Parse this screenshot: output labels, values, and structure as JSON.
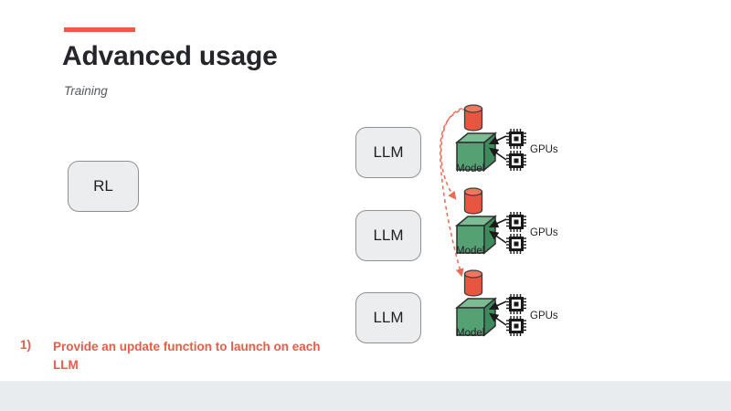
{
  "slide": {
    "title": "Advanced usage",
    "subtitle": "Training",
    "accent_color": "#eb5b47",
    "background_color": "#ffffff",
    "footer_color": "#e9ecee"
  },
  "nodes": {
    "rl": {
      "label": "RL"
    },
    "llms": [
      {
        "label": "LLM"
      },
      {
        "label": "LLM"
      },
      {
        "label": "LLM"
      }
    ]
  },
  "rows": [
    {
      "model_label": "Model",
      "gpus_label": "GPUs",
      "cylinder_color": "#e8563f",
      "cube_color": "#56a173",
      "chip_count": 2
    },
    {
      "model_label": "Model",
      "gpus_label": "GPUs",
      "cylinder_color": "#e8563f",
      "cube_color": "#56a173",
      "chip_count": 2
    },
    {
      "model_label": "Model",
      "gpus_label": "GPUs",
      "cylinder_color": "#e8563f",
      "cube_color": "#56a173",
      "chip_count": 2
    }
  ],
  "bullet": {
    "marker": "1)",
    "text": "Provide an update function to launch on each LLM",
    "color": "#eb5b47"
  },
  "icons": {
    "cylinder": "database-cylinder-icon",
    "cube": "model-cube-icon",
    "chip": "gpu-chip-icon",
    "flow": "dashed-flow-arrow"
  }
}
